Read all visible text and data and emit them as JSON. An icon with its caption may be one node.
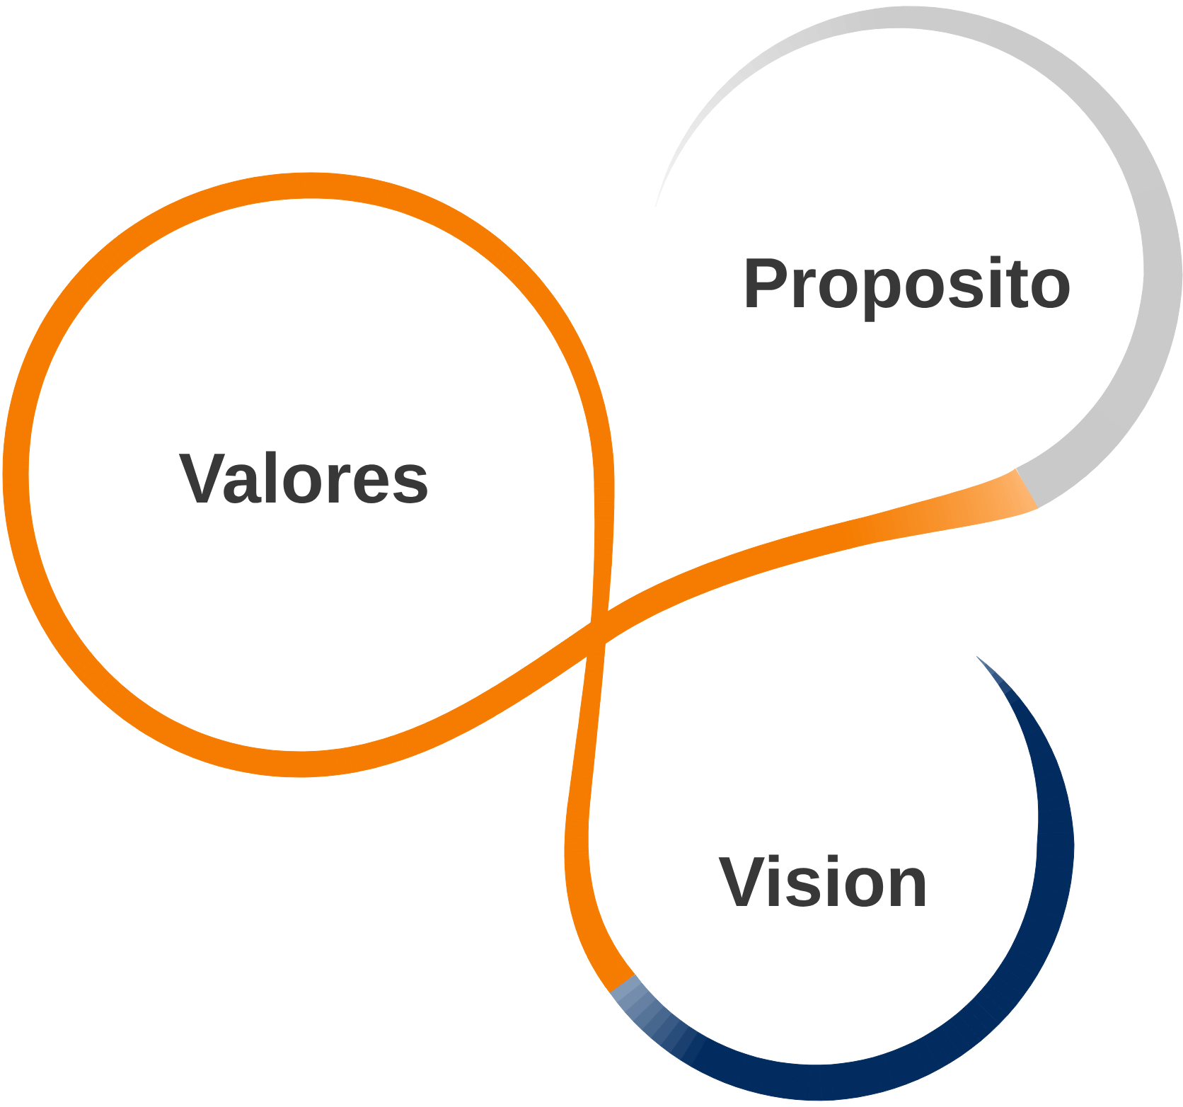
{
  "diagram": {
    "nodes": [
      {
        "text": [
          "Proposito"
        ]
      },
      {
        "text": [
          "Valores"
        ]
      },
      {
        "text": [
          "Vision"
        ]
      }
    ]
  }
}
